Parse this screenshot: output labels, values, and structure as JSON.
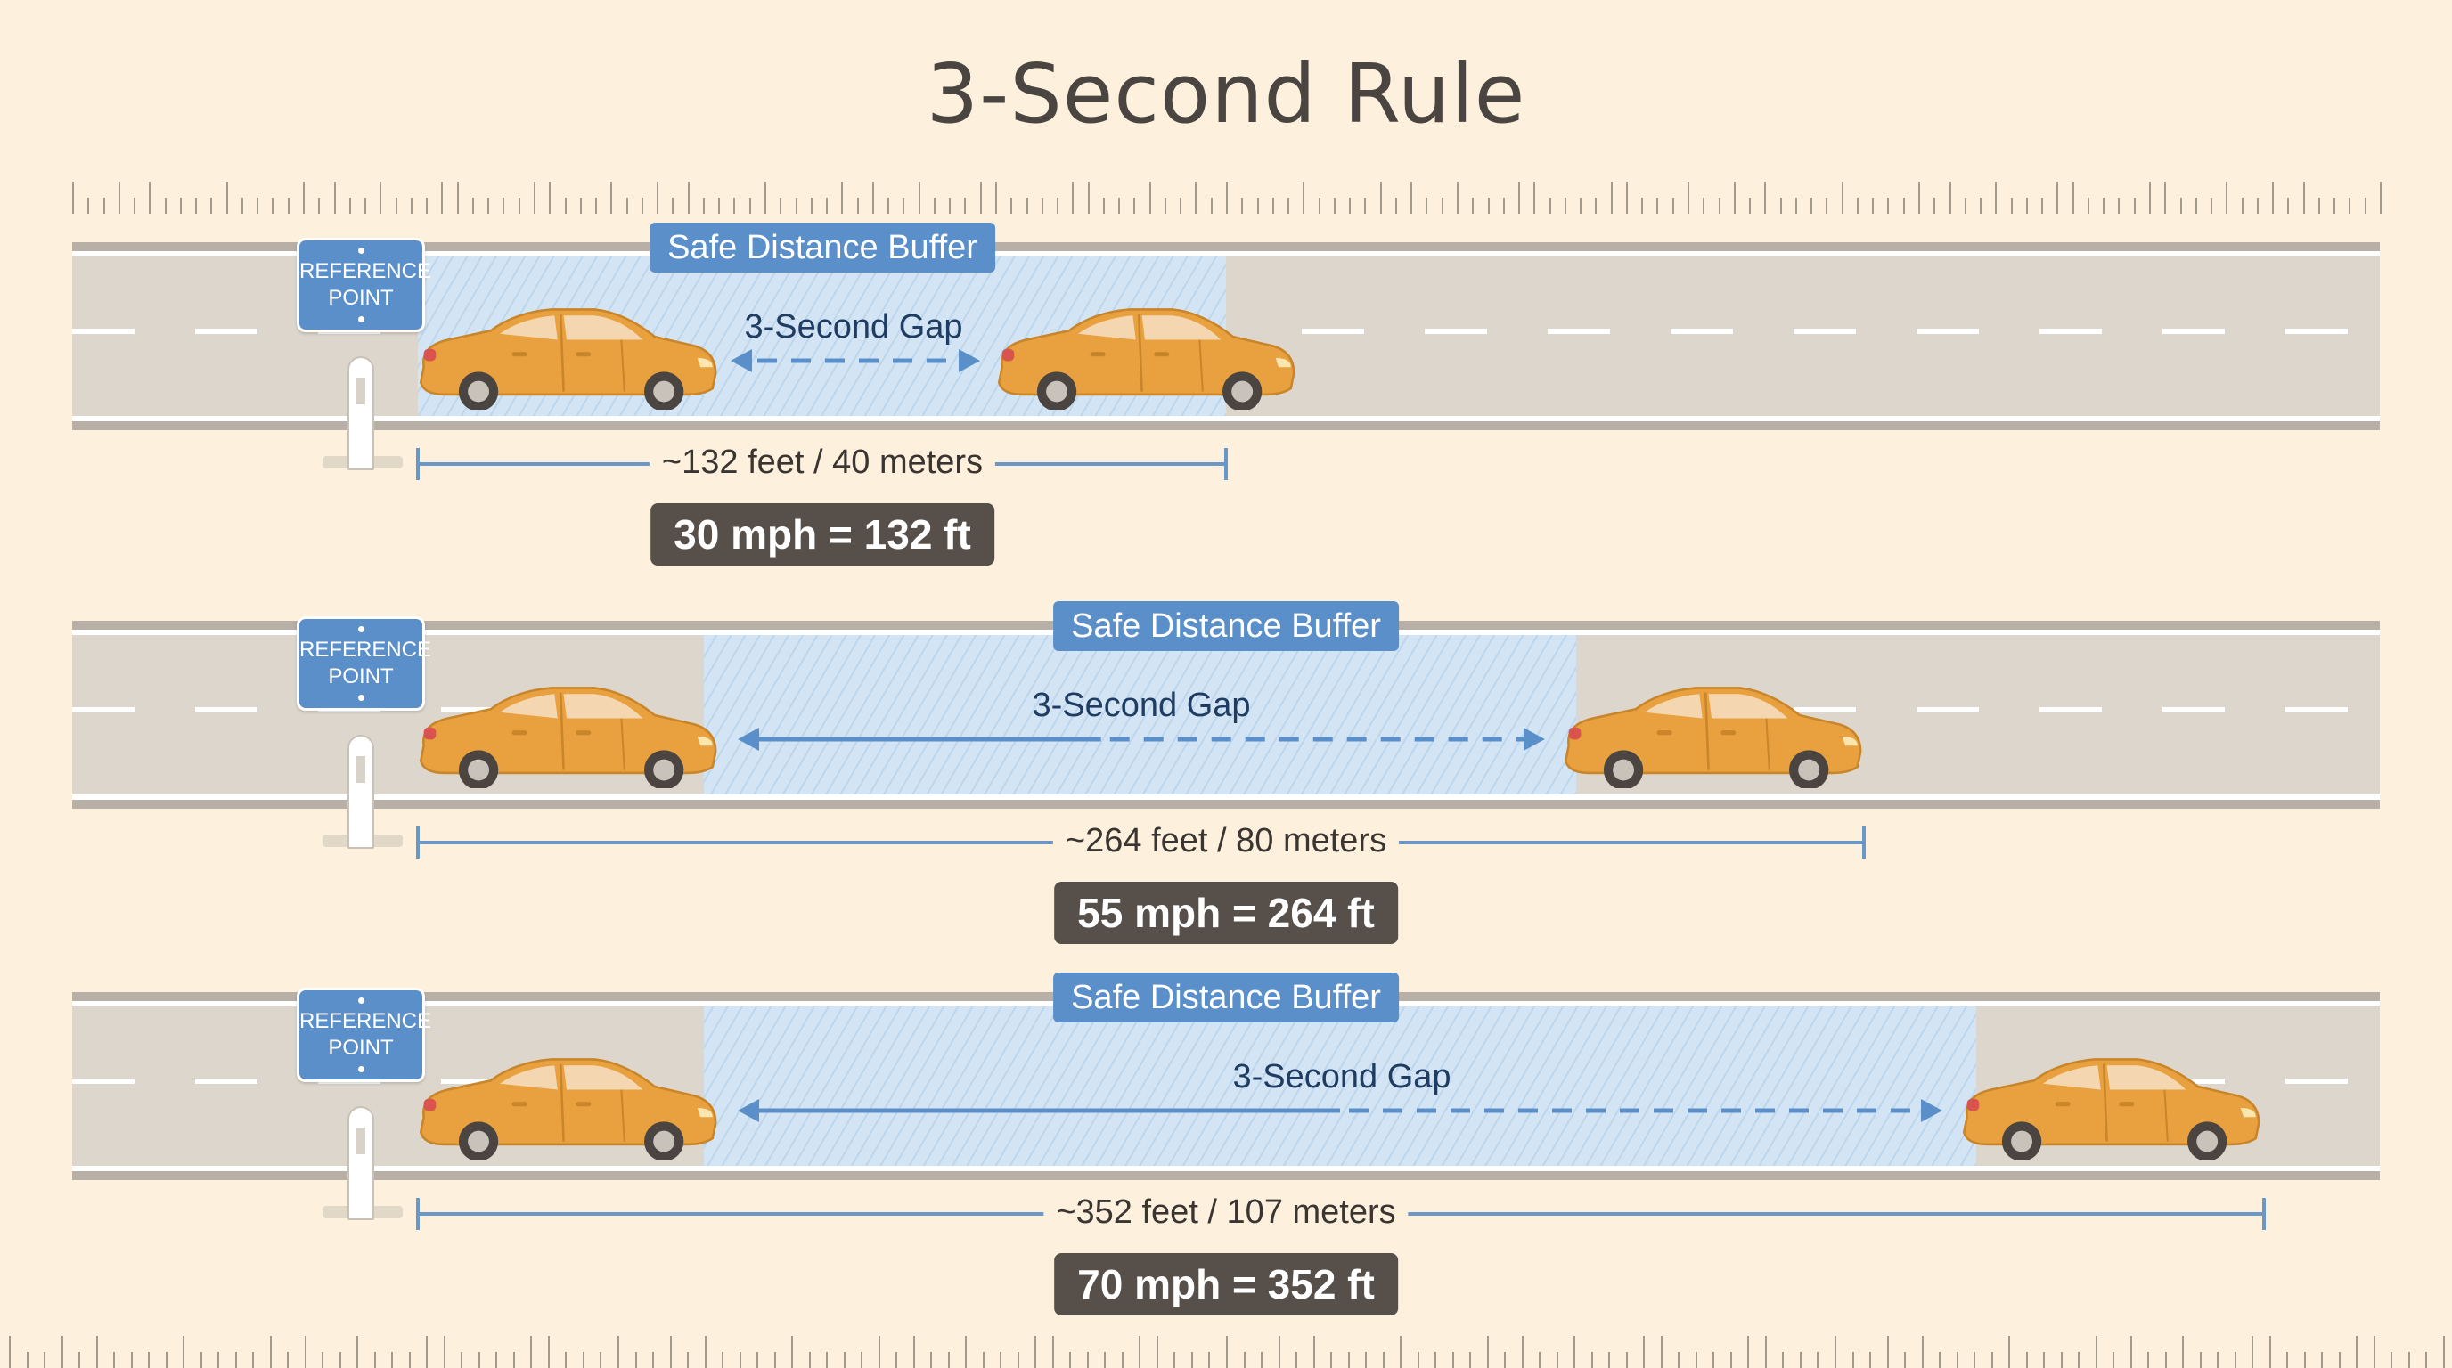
{
  "title": "3-Second Rule",
  "sign": {
    "line1": "REFERENCE",
    "line2": "POINT"
  },
  "colors": {
    "background": "#fdf1de",
    "accent_blue": "#5b8fc9",
    "car_orange": "#e8a13e",
    "badge": "#57504a",
    "road": "#dcd6cc",
    "buffer": "#d3e5f4"
  },
  "icons": [
    "reference-point-sign",
    "roadside-post",
    "car-icon",
    "double-arrow-icon"
  ],
  "rows": [
    {
      "buffer_label": "Safe Distance Buffer",
      "gap_label": "3-Second Gap",
      "distance_label": "~132 feet / 40 meters",
      "speed_badge": "30 mph = 132 ft",
      "speed_mph": 30,
      "distance_ft": 132,
      "distance_m": 40
    },
    {
      "buffer_label": "Safe Distance Buffer",
      "gap_label": "3-Second Gap",
      "distance_label": "~264 feet / 80 meters",
      "speed_badge": "55 mph = 264 ft",
      "speed_mph": 55,
      "distance_ft": 264,
      "distance_m": 80
    },
    {
      "buffer_label": "Safe Distance Buffer",
      "gap_label": "3-Second Gap",
      "distance_label": "~352 feet / 107 meters",
      "speed_badge": "70 mph = 352 ft",
      "speed_mph": 70,
      "distance_ft": 352,
      "distance_m": 107
    }
  ]
}
